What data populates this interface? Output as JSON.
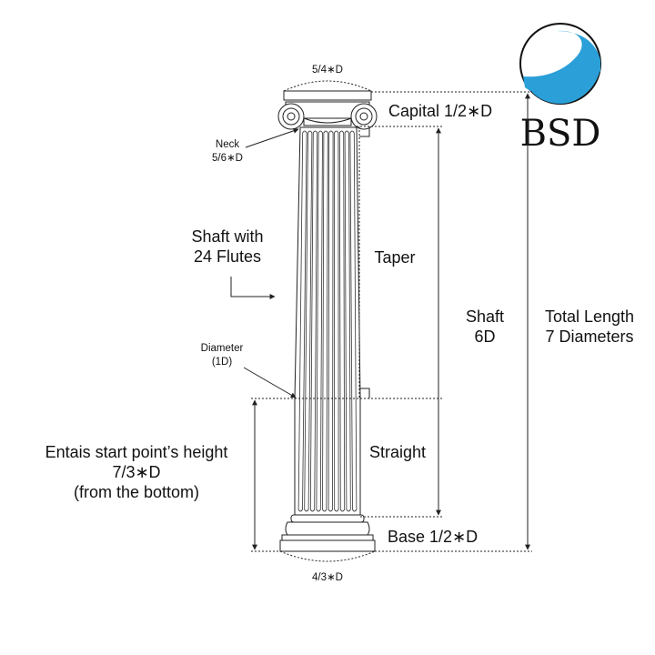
{
  "logo": {
    "text": "BSD",
    "colors": {
      "blue": "#2a9fd8",
      "ring": "#111111"
    }
  },
  "labels": {
    "capital_width": "5/4∗D",
    "capital": "Capital 1/2∗D",
    "neck_1": "Neck",
    "neck_2": "5/6∗D",
    "shaft_flutes_1": "Shaft with",
    "shaft_flutes_2": "24 Flutes",
    "taper": "Taper",
    "shaft_1": "Shaft",
    "shaft_2": "6D",
    "total_1": "Total Length",
    "total_2": "7 Diameters",
    "diameter_1": "Diameter",
    "diameter_2": "(1D)",
    "entasis_1": "Entais start point’s height",
    "entasis_2": "7/3∗D",
    "entasis_3": "(from the bottom)",
    "straight": "Straight",
    "base": "Base 1/2∗D",
    "base_width": "4/3∗D"
  }
}
